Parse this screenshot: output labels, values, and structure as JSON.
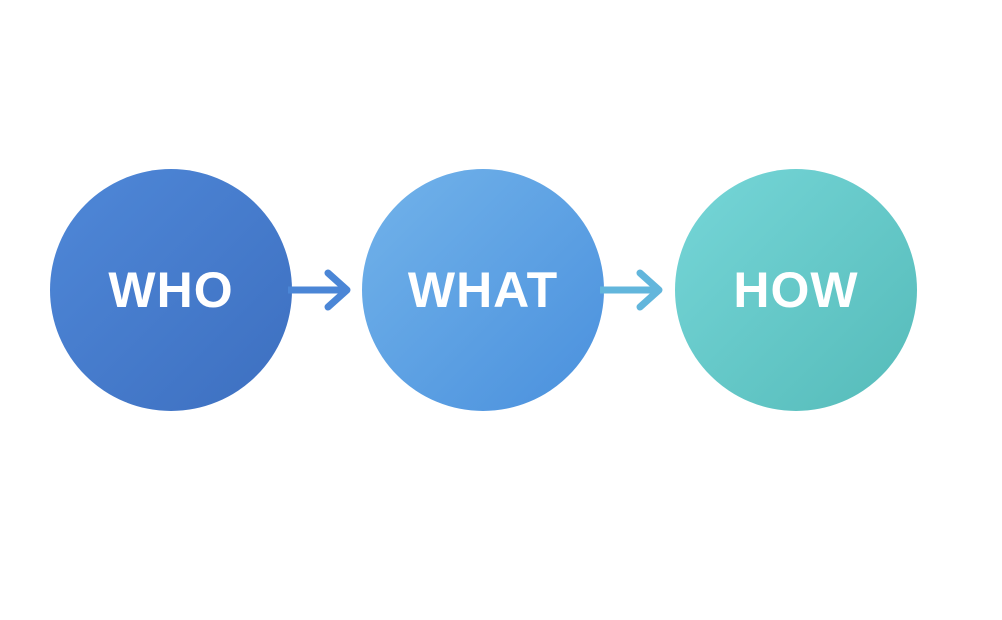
{
  "diagram": {
    "type": "flow",
    "nodes": [
      {
        "label": "WHO",
        "color_start": "#4f88d8",
        "color_end": "#3d6fc0"
      },
      {
        "label": "WHAT",
        "color_start": "#72b3ea",
        "color_end": "#4a90dd"
      },
      {
        "label": "HOW",
        "color_start": "#76d6d8",
        "color_end": "#55bbb9"
      }
    ],
    "edges": [
      {
        "from": "WHO",
        "to": "WHAT",
        "color": "#4b86d6"
      },
      {
        "from": "WHAT",
        "to": "HOW",
        "color": "#62b6dc"
      }
    ]
  }
}
